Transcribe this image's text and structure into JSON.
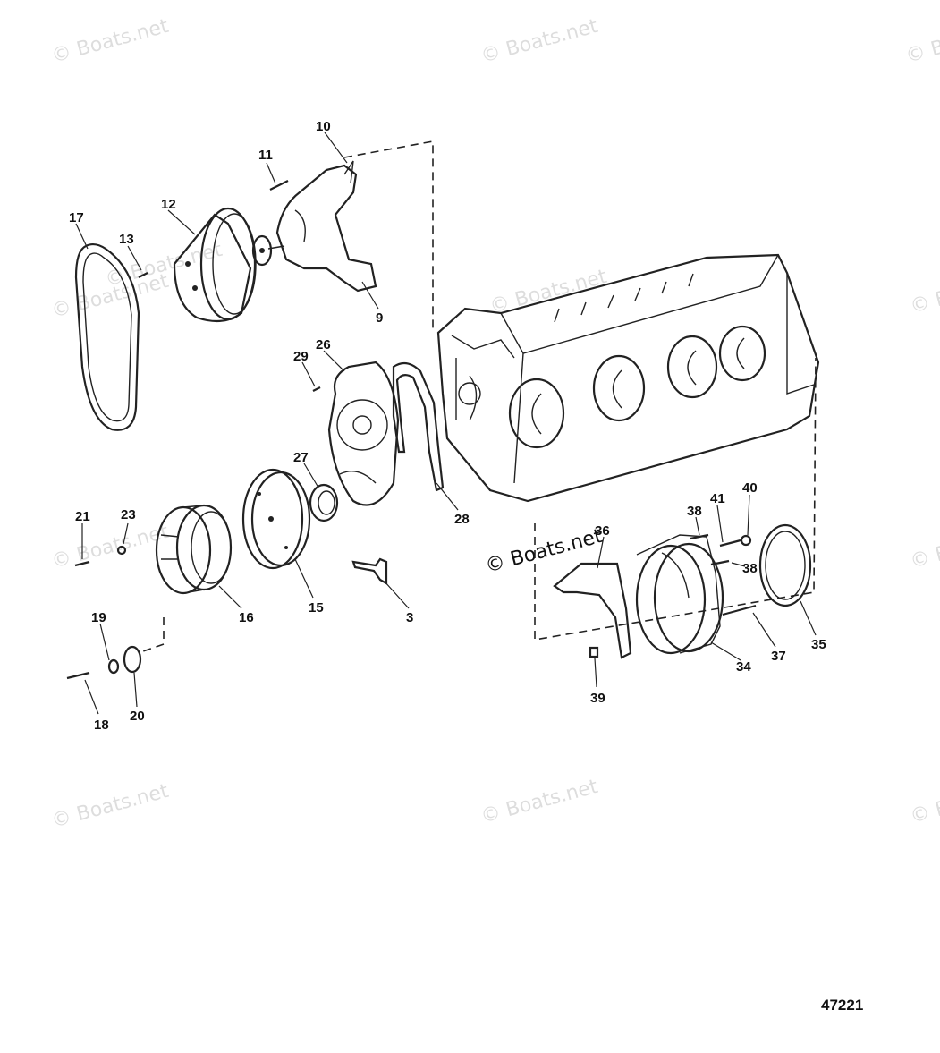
{
  "figure_number": "47221",
  "watermarks": [
    "© Boats.net",
    "© Boats.net",
    "© Boats.net",
    "© Boats.net",
    "© Boats.net",
    "© Boats.net",
    "© Boats.net",
    "© Boats.net",
    "© Boats.net",
    "© Boats.net",
    "© Boats.net",
    "© Boats.net",
    "© Boats.net"
  ],
  "callouts": [
    "10",
    "11",
    "17",
    "12",
    "13",
    "9",
    "29",
    "26",
    "27",
    "28",
    "21",
    "23",
    "16",
    "15",
    "3",
    "19",
    "18",
    "20",
    "38",
    "41",
    "40",
    "36",
    "38",
    "37",
    "35",
    "34",
    "39"
  ],
  "parts": {
    "engine_block": "engine-block",
    "fan_belt": "belt",
    "water_pump": "water-pump",
    "pulley": "pulley",
    "timing_cover": "timing-cover",
    "damper": "harmonic-balancer",
    "rear_seal_housing": "rear-main-seal-housing"
  }
}
